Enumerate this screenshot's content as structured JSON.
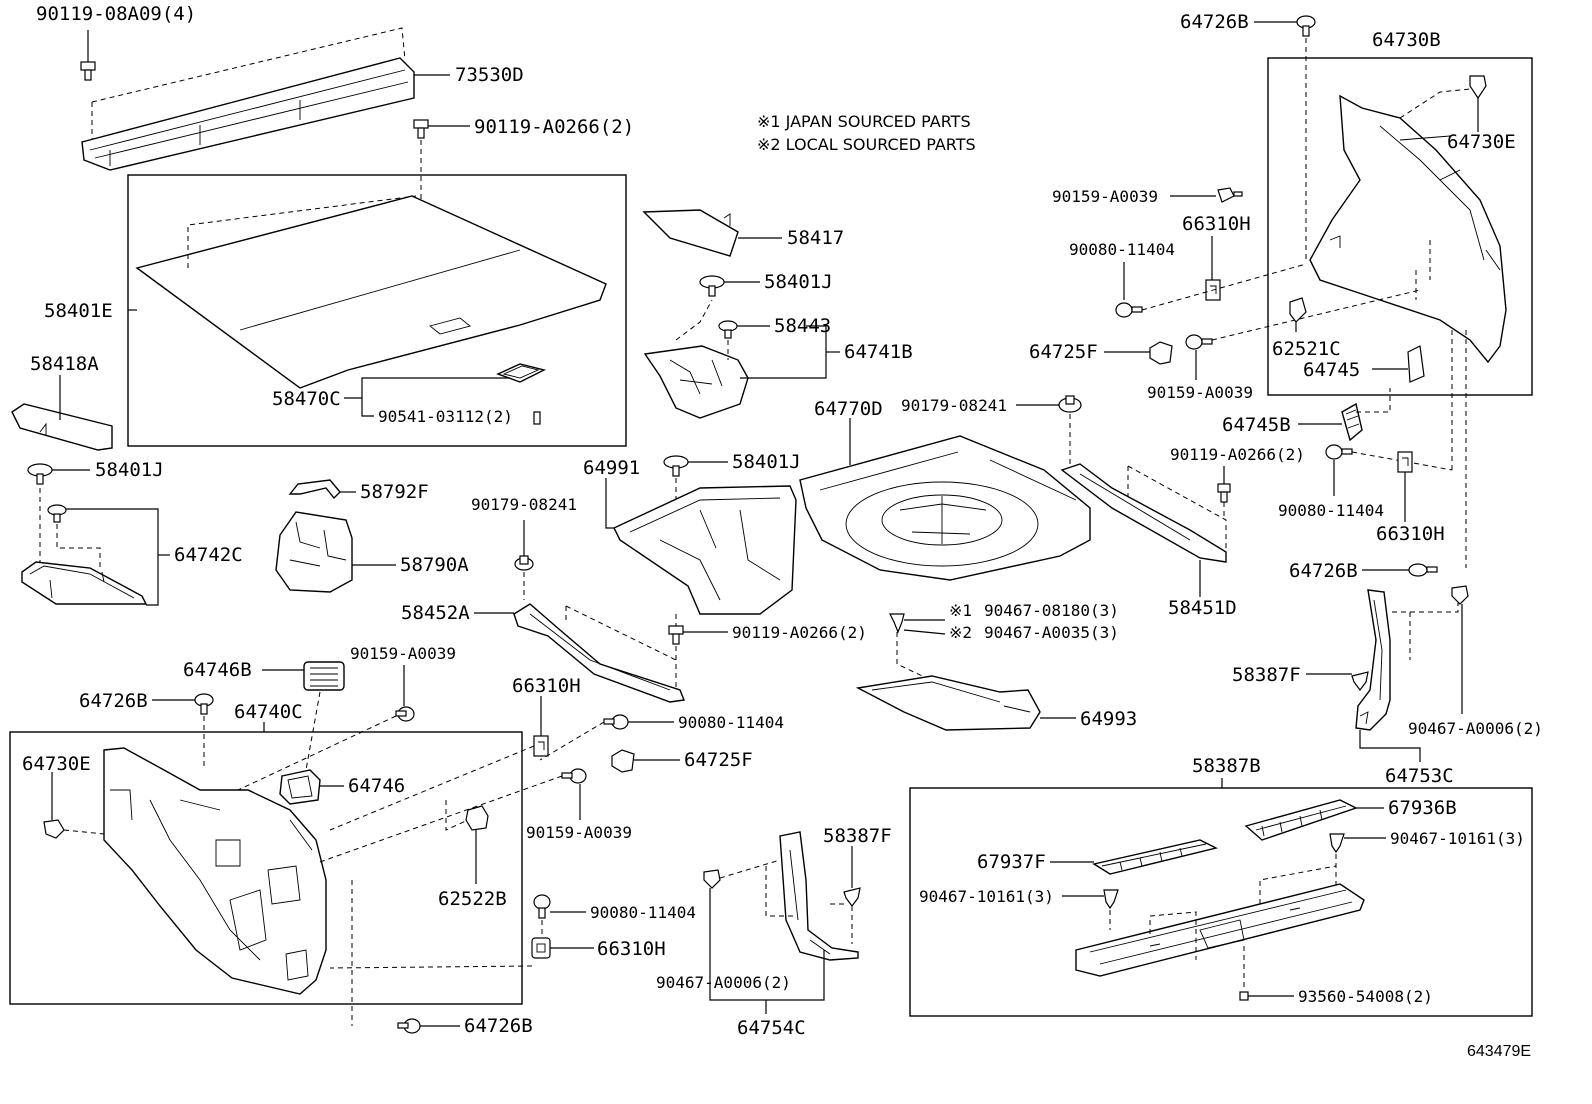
{
  "notes": {
    "line1": "※1  JAPAN SOURCED PARTS",
    "line2": "※2  LOCAL SOURCED PARTS"
  },
  "diagram_id": "643479E",
  "labels": {
    "p90119_08A09": "90119-08A09(4)",
    "p73530D": "73530D",
    "p90119_A0266_top": "90119-A0266(2)",
    "p58401E": "58401E",
    "p58418A": "58418A",
    "p58470C": "58470C",
    "p90541_03112": "90541-03112(2)",
    "p58401J_left": "58401J",
    "p64742C": "64742C",
    "p58792F": "58792F",
    "p58790A": "58790A",
    "p58417": "58417",
    "p58401J_mid": "58401J",
    "p58443": "58443",
    "p64741B": "64741B",
    "p64991": "64991",
    "p58401J_low": "58401J",
    "p90179_08241_left": "90179-08241",
    "p58452A": "58452A",
    "p90119_A0266_mid": "90119-A0266(2)",
    "p64770D": "64770D",
    "p90179_08241_right": "90179-08241",
    "p90467_08180": "90467-08180(3)",
    "p90467_A0035": "90467-A0035(3)",
    "mark1": "※1",
    "mark2": "※2",
    "p64993": "64993",
    "p58451D": "58451D",
    "p64726B_top": "64726B",
    "p64730B": "64730B",
    "p64730E_right": "64730E",
    "p90159_A0039_top": "90159-A0039",
    "p66310H_top": "66310H",
    "p90080_11404_top": "90080-11404",
    "p64725F_right": "64725F",
    "p62521C": "62521C",
    "p64745": "64745",
    "p90159_A0039_right": "90159-A0039",
    "p64745B": "64745B",
    "p90119_A0266_right": "90119-A0266(2)",
    "p90080_11404_right": "90080-11404",
    "p66310H_right": "66310H",
    "p64726B_right": "64726B",
    "p58387F_right": "58387F",
    "p90467_A0006_right": "90467-A0006(2)",
    "p64753C": "64753C",
    "p58387B": "58387B",
    "p67936B": "67936B",
    "p90467_10161_right": "90467-10161(3)",
    "p67937F": "67937F",
    "p90467_10161_left": "90467-10161(3)",
    "p93560_54008": "93560-54008(2)",
    "p64746B": "64746B",
    "p90159_A0039_left": "90159-A0039",
    "p64726B_left": "64726B",
    "p64740C": "64740C",
    "p64730E_left": "64730E",
    "p64746": "64746",
    "p66310H_mid": "66310H",
    "p90080_11404_mid": "90080-11404",
    "p64725F_mid": "64725F",
    "p90159_A0039_mid": "90159-A0039",
    "p62522B": "62522B",
    "p90080_11404_low": "90080-11404",
    "p66310H_low": "66310H",
    "p64726B_bottom": "64726B",
    "p58387F_mid": "58387F",
    "p90467_A0006_mid": "90467-A0006(2)",
    "p64754C": "64754C"
  }
}
